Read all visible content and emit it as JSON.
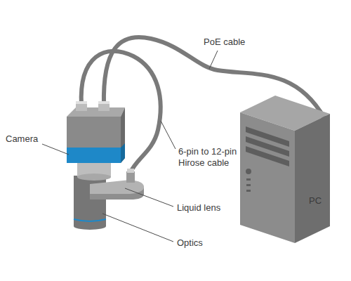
{
  "diagram": {
    "labels": [
      "PoE cable",
      "Camera",
      "6-pin to 12-pin Hirose cable",
      "Liquid lens",
      "Optics",
      "PC"
    ]
  }
}
